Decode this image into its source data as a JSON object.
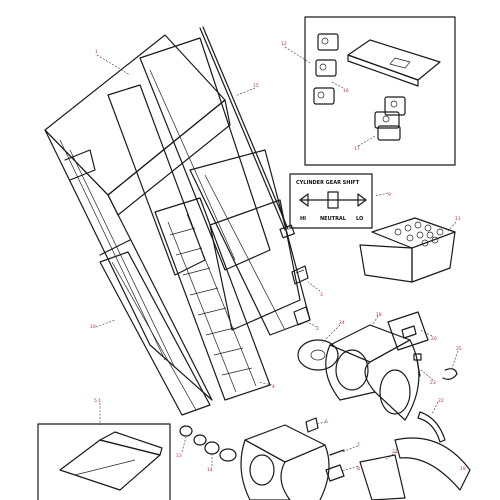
{
  "diagram": {
    "callouts": [
      {
        "id": "c1",
        "text": "1"
      },
      {
        "id": "c12",
        "text": "12"
      },
      {
        "id": "c15",
        "text": "15"
      },
      {
        "id": "c16",
        "text": "16"
      },
      {
        "id": "c17",
        "text": "17"
      },
      {
        "id": "c9",
        "text": "9"
      },
      {
        "id": "c11",
        "text": "11"
      },
      {
        "id": "c3",
        "text": "3"
      },
      {
        "id": "c10",
        "text": "10"
      },
      {
        "id": "c2",
        "text": "2"
      },
      {
        "id": "c24",
        "text": "24"
      },
      {
        "id": "c18",
        "text": "18"
      },
      {
        "id": "c20",
        "text": "20"
      },
      {
        "id": "c25",
        "text": "25"
      },
      {
        "id": "c23",
        "text": "23"
      },
      {
        "id": "c4",
        "text": "4"
      },
      {
        "id": "c22",
        "text": "22"
      },
      {
        "id": "c5",
        "text": "5.1"
      },
      {
        "id": "c6",
        "text": "6"
      },
      {
        "id": "c13",
        "text": "13"
      },
      {
        "id": "c14",
        "text": "14"
      },
      {
        "id": "c8",
        "text": "8"
      },
      {
        "id": "c7",
        "text": "7"
      },
      {
        "id": "c21",
        "text": "21"
      },
      {
        "id": "c19",
        "text": "19"
      }
    ],
    "decal": {
      "title": "CYLINDER GEAR SHIFT",
      "left": "HI",
      "middle": "NEUTRAL",
      "right": "LO"
    }
  }
}
